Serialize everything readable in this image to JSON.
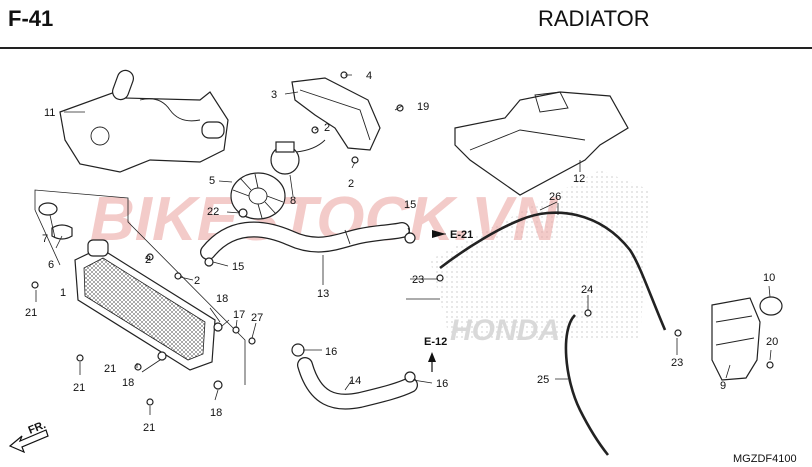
{
  "header": {
    "page_code": "F-41",
    "title": "RADIATOR"
  },
  "watermark": {
    "text": "BIKESTOCK.VN",
    "brand": "HONDA",
    "color": "#d9534f"
  },
  "footer": {
    "diagram_code": "MGZDF4100",
    "direction_label": "FR."
  },
  "refs": {
    "e21": "E-21",
    "e12": "E-12"
  },
  "callouts": [
    {
      "id": "c1",
      "label": "1"
    },
    {
      "id": "c2a",
      "label": "2"
    },
    {
      "id": "c2b",
      "label": "2"
    },
    {
      "id": "c2c",
      "label": "2"
    },
    {
      "id": "c2d",
      "label": "2"
    },
    {
      "id": "c3",
      "label": "3"
    },
    {
      "id": "c4",
      "label": "4"
    },
    {
      "id": "c5",
      "label": "5"
    },
    {
      "id": "c6",
      "label": "6"
    },
    {
      "id": "c7",
      "label": "7"
    },
    {
      "id": "c8",
      "label": "8"
    },
    {
      "id": "c9",
      "label": "9"
    },
    {
      "id": "c10",
      "label": "10"
    },
    {
      "id": "c11",
      "label": "11"
    },
    {
      "id": "c12",
      "label": "12"
    },
    {
      "id": "c13",
      "label": "13"
    },
    {
      "id": "c14",
      "label": "14"
    },
    {
      "id": "c15a",
      "label": "15"
    },
    {
      "id": "c15b",
      "label": "15"
    },
    {
      "id": "c16a",
      "label": "16"
    },
    {
      "id": "c16b",
      "label": "16"
    },
    {
      "id": "c17",
      "label": "17"
    },
    {
      "id": "c18a",
      "label": "18"
    },
    {
      "id": "c18b",
      "label": "18"
    },
    {
      "id": "c18c",
      "label": "18"
    },
    {
      "id": "c19",
      "label": "19"
    },
    {
      "id": "c20",
      "label": "20"
    },
    {
      "id": "c21a",
      "label": "21"
    },
    {
      "id": "c21b",
      "label": "21"
    },
    {
      "id": "c21c",
      "label": "21"
    },
    {
      "id": "c21d",
      "label": "21"
    },
    {
      "id": "c22",
      "label": "22"
    },
    {
      "id": "c23a",
      "label": "23"
    },
    {
      "id": "c23b",
      "label": "23"
    },
    {
      "id": "c24",
      "label": "24"
    },
    {
      "id": "c25",
      "label": "25"
    },
    {
      "id": "c26",
      "label": "26"
    },
    {
      "id": "c27",
      "label": "27"
    }
  ]
}
